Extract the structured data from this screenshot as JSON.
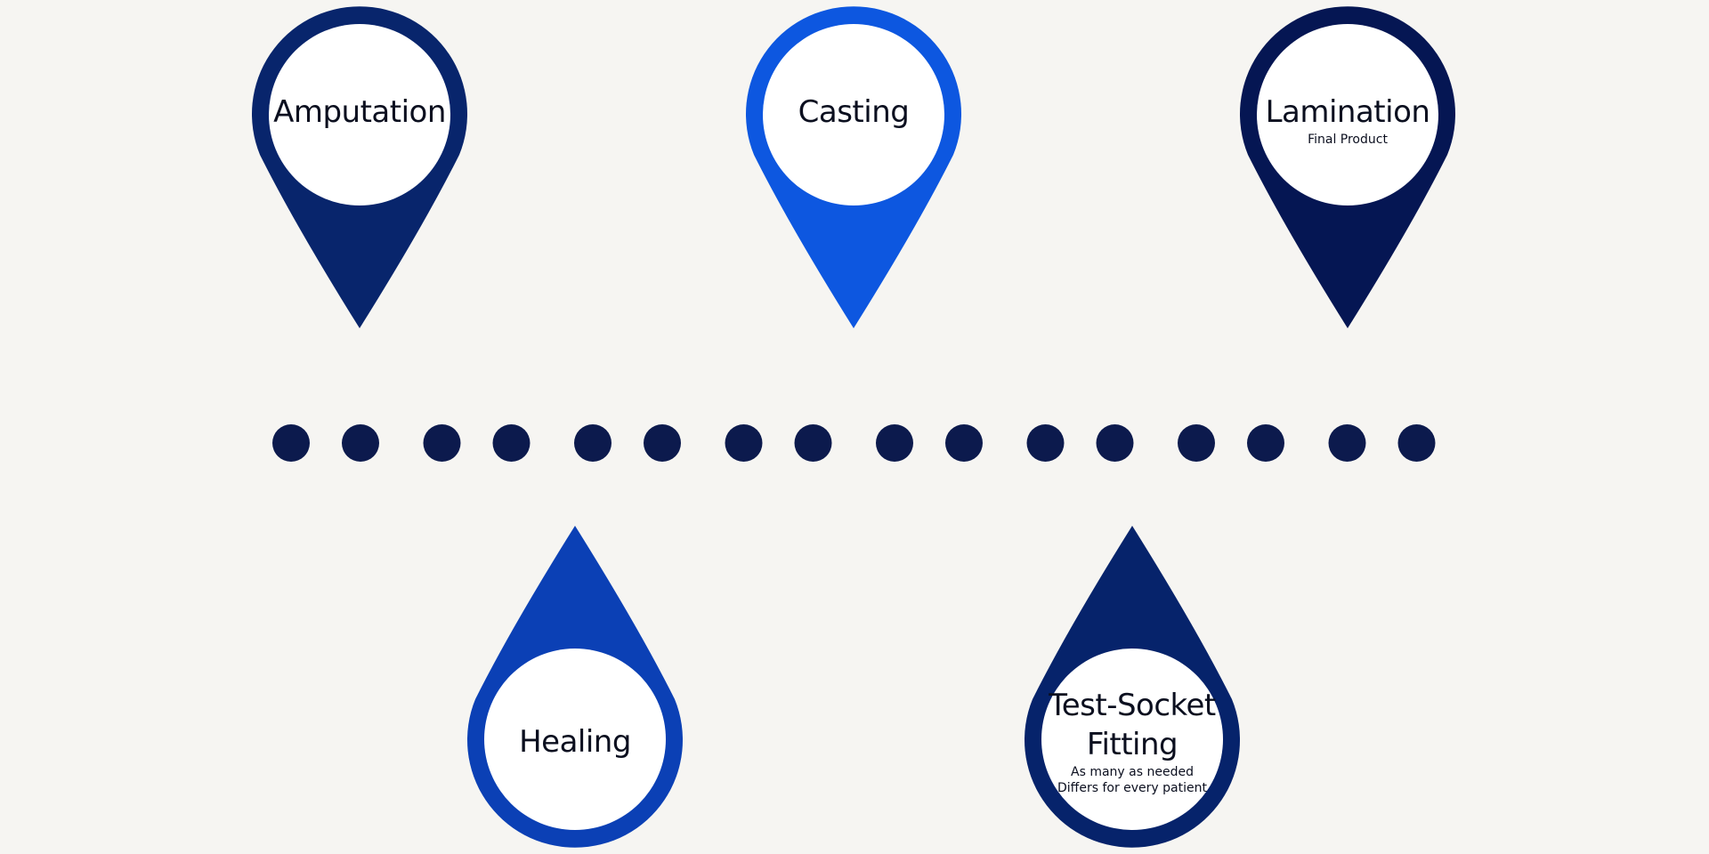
{
  "colors": {
    "background": "#f6f5f2",
    "dot": "#0c1a4d",
    "circle_fill": "#ffffff"
  },
  "pins": [
    {
      "name": "pin-amputation",
      "label": "Amputation",
      "sub": "",
      "color": "#08256c",
      "direction": "down"
    },
    {
      "name": "pin-healing",
      "label": "Healing",
      "sub": "",
      "color": "#0b40b5",
      "direction": "up"
    },
    {
      "name": "pin-casting",
      "label": "Casting",
      "sub": "",
      "color": "#0d57e0",
      "direction": "down"
    },
    {
      "name": "pin-test-socket-fitting",
      "label": "Test-Socket\nFitting",
      "sub": "As many as needed\nDiffers for every patient",
      "color": "#06236b",
      "direction": "up"
    },
    {
      "name": "pin-lamination",
      "label": "Lamination",
      "sub": "Final Product",
      "color": "#051653",
      "direction": "down"
    }
  ],
  "timeline": {
    "dot_count": 16
  }
}
